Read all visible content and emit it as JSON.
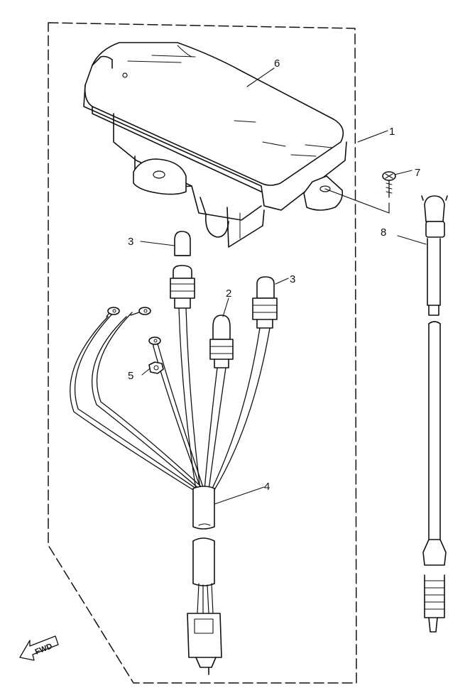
{
  "diagram": {
    "callouts": {
      "c1": "1",
      "c2": "2",
      "c3a": "3",
      "c3b": "3",
      "c4": "4",
      "c5": "5",
      "c6": "6",
      "c7": "7",
      "c8": "8"
    },
    "fwd_label": "FWD",
    "colors": {
      "ink": "#111111",
      "paper": "#ffffff"
    }
  }
}
